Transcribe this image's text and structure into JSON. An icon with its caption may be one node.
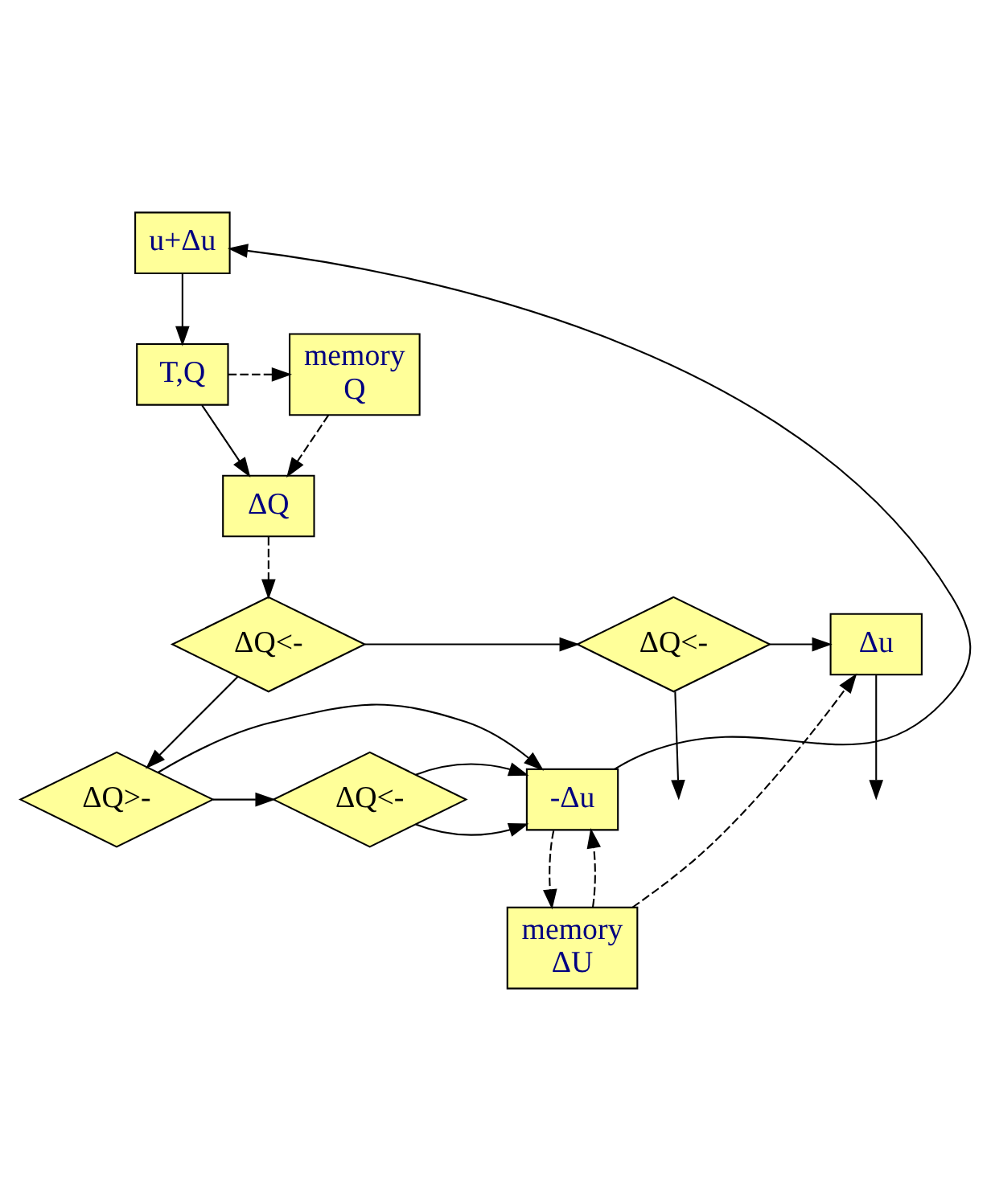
{
  "diagram": {
    "nodes": [
      {
        "text": [
          "u+Δu"
        ]
      },
      {
        "text": [
          "T,Q"
        ]
      },
      {
        "text": [
          "memory",
          "Q"
        ]
      },
      {
        "text": [
          "ΔQ"
        ]
      },
      {
        "text": [
          "ΔQ<-"
        ]
      },
      {
        "text": [
          "ΔQ<-"
        ]
      },
      {
        "text": [
          "Δu"
        ]
      },
      {
        "text": [
          "ΔQ>-"
        ]
      },
      {
        "text": [
          "ΔQ<-"
        ]
      },
      {
        "text": [
          "-Δu"
        ]
      },
      {
        "text": [
          "memory",
          "ΔU"
        ]
      }
    ],
    "edges": [
      {
        "from": 0,
        "to": 1,
        "arrow": "to"
      },
      {
        "from": 1,
        "to": 2,
        "arrow": "to",
        "style": "dashed"
      },
      {
        "from": 1,
        "to": 3,
        "arrow": "to"
      },
      {
        "from": 2,
        "to": 3,
        "arrow": "to",
        "style": "dashed"
      },
      {
        "from": 3,
        "to": 4,
        "arrow": "to",
        "style": "dashed"
      },
      {
        "from": 4,
        "to": 5,
        "arrow": "to"
      },
      {
        "from": 5,
        "to": 6,
        "arrow": "to"
      },
      {
        "from": 6,
        "to": null,
        "arrow": "to"
      },
      {
        "from": 5,
        "to": null,
        "arrow": "to"
      },
      {
        "from": 4,
        "to": 7,
        "arrow": "to"
      },
      {
        "from": 7,
        "to": 8,
        "arrow": "to"
      },
      {
        "from": 8,
        "to": 9,
        "arrow": "to"
      },
      {
        "from": 8,
        "to": 9,
        "arrow": "to"
      },
      {
        "from": 7,
        "to": 9,
        "arrow": "to"
      },
      {
        "from": 9,
        "to": 0,
        "arrow": "to"
      },
      {
        "from": 9,
        "to": 10,
        "arrow": "to",
        "style": "dashed"
      },
      {
        "from": 10,
        "to": 6,
        "arrow": "to",
        "style": "dashed"
      },
      {
        "from": 10,
        "to": 9,
        "arrow": "to",
        "style": "dashed"
      }
    ]
  }
}
